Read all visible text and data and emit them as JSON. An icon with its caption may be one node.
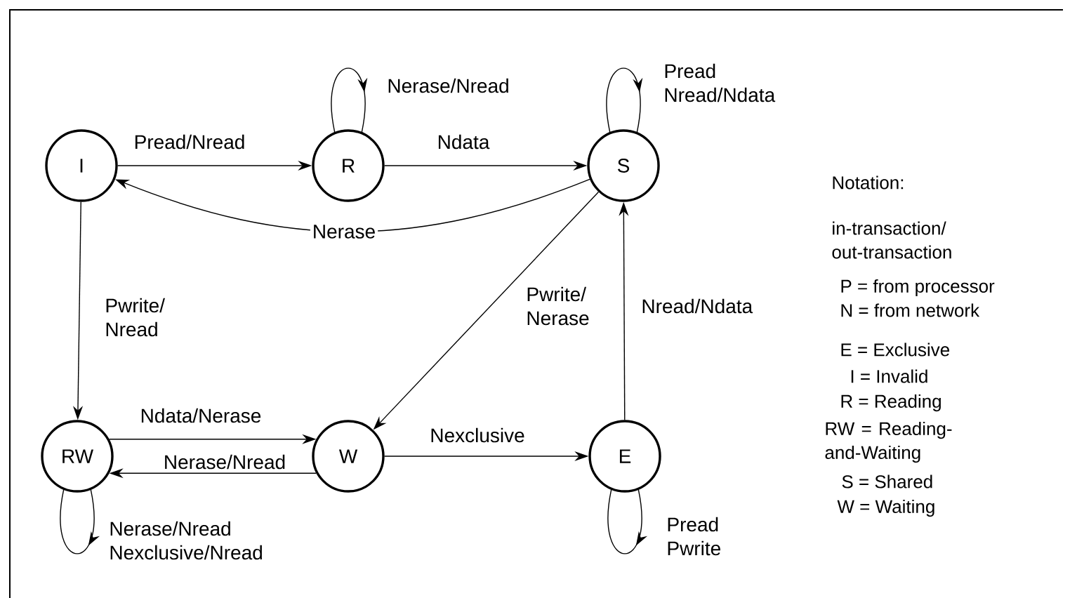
{
  "diagram": {
    "nodes": [
      {
        "text": [
          "I"
        ]
      },
      {
        "text": [
          "R"
        ]
      },
      {
        "text": [
          "S"
        ]
      },
      {
        "text": [
          "RW"
        ]
      },
      {
        "text": [
          "W"
        ]
      },
      {
        "text": [
          "E"
        ]
      }
    ],
    "edges": [
      {
        "from": 0,
        "to": 1,
        "arrow": "to",
        "label": "Pread/Nread"
      },
      {
        "from": 1,
        "to": 2,
        "arrow": "to",
        "label": "Ndata"
      },
      {
        "from": 2,
        "to": 0,
        "arrow": "to",
        "label": "Nerase"
      },
      {
        "from": 0,
        "to": 3,
        "arrow": "to",
        "label": "Pwrite/ Nread"
      },
      {
        "from": 2,
        "to": 4,
        "arrow": "to",
        "label": "Pwrite/ Nerase"
      },
      {
        "from": 3,
        "to": 4,
        "arrow": "to",
        "label": "Ndata/Nerase"
      },
      {
        "from": 4,
        "to": 3,
        "arrow": "to",
        "label": "Nerase/Nread"
      },
      {
        "from": 4,
        "to": 5,
        "arrow": "to",
        "label": "Nexclusive"
      },
      {
        "from": 5,
        "to": 2,
        "arrow": "to",
        "label": "Nread/Ndata"
      },
      {
        "from": 1,
        "to": 1,
        "arrow": "to",
        "label": "Nerase/Nread"
      },
      {
        "from": 2,
        "to": 2,
        "arrow": "to",
        "label": "Pread Nread/Ndata"
      },
      {
        "from": 3,
        "to": 3,
        "arrow": "to",
        "label": "Nerase/Nread Nexclusive/Nread"
      },
      {
        "from": 5,
        "to": 5,
        "arrow": "to",
        "label": "Pread Pwrite"
      }
    ],
    "labels": [
      "Notation:",
      "in-transaction/ out-transaction",
      "P = from processor",
      "N = from network",
      "E = Exclusive",
      "I = Invalid",
      "R = Reading",
      "RW = Reading- and-Waiting",
      "S = Shared",
      "W = Waiting"
    ]
  }
}
